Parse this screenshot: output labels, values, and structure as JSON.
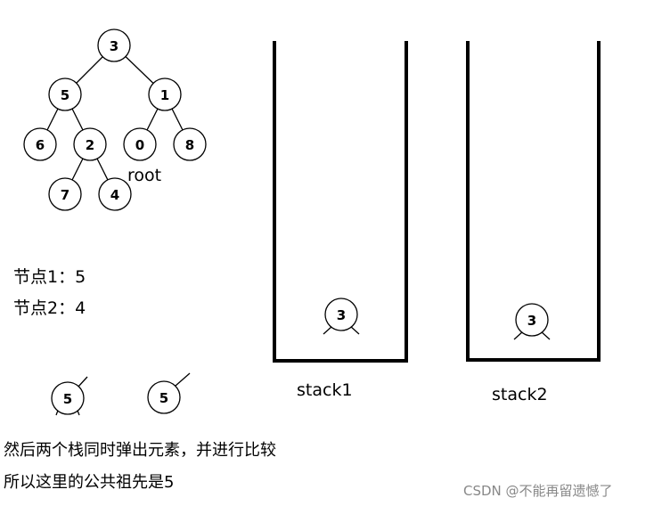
{
  "tree": {
    "nodes": [
      {
        "id": "n3",
        "value": "3"
      },
      {
        "id": "n5",
        "value": "5"
      },
      {
        "id": "n1",
        "value": "1"
      },
      {
        "id": "n6",
        "value": "6"
      },
      {
        "id": "n2",
        "value": "2"
      },
      {
        "id": "n0",
        "value": "0"
      },
      {
        "id": "n8",
        "value": "8"
      },
      {
        "id": "n7",
        "value": "7"
      },
      {
        "id": "n4",
        "value": "4"
      }
    ],
    "edges": [
      [
        "n3",
        "n5"
      ],
      [
        "n3",
        "n1"
      ],
      [
        "n5",
        "n6"
      ],
      [
        "n5",
        "n2"
      ],
      [
        "n1",
        "n0"
      ],
      [
        "n1",
        "n8"
      ],
      [
        "n2",
        "n7"
      ],
      [
        "n2",
        "n4"
      ]
    ],
    "root_label": "root"
  },
  "nodes_info": {
    "node1_label": "节点1：",
    "node1_value": "5",
    "node2_label": "节点2：",
    "node2_value": "4"
  },
  "stacks": [
    {
      "label": "stack1",
      "top_value": "3"
    },
    {
      "label": "stack2",
      "top_value": "3"
    }
  ],
  "popped": [
    {
      "value": "5"
    },
    {
      "value": "5"
    }
  ],
  "caption": {
    "line1": "然后两个栈同时弹出元素，并进行比较",
    "line2": "所以这里的公共祖先是5"
  },
  "watermark": "CSDN @不能再留遗憾了",
  "colors": {
    "stroke": "#000000",
    "node_fill": "#ffffff",
    "watermark": "#888888"
  }
}
